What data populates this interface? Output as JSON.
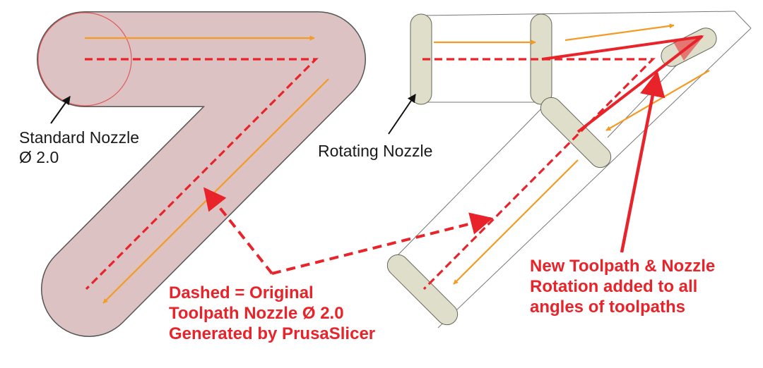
{
  "labels": {
    "standard_line1": "Standard Nozzle",
    "standard_line2": "Ø 2.0",
    "rotating": "Rotating Nozzle",
    "dashed_line1": "Dashed = Original",
    "dashed_line2": "Toolpath Nozzle Ø 2.0",
    "dashed_line3": "Generated by PrusaSlicer",
    "new_line1": "New Toolpath & Nozzle",
    "new_line2": "Rotation added to all",
    "new_line3": "angles of toolpaths"
  },
  "colors": {
    "bead_fill": "#dcc2c2",
    "nozzle_fill": "#dedecb",
    "dashed_red": "#e8232a",
    "orange": "#f59a23",
    "outline": "#555555"
  }
}
